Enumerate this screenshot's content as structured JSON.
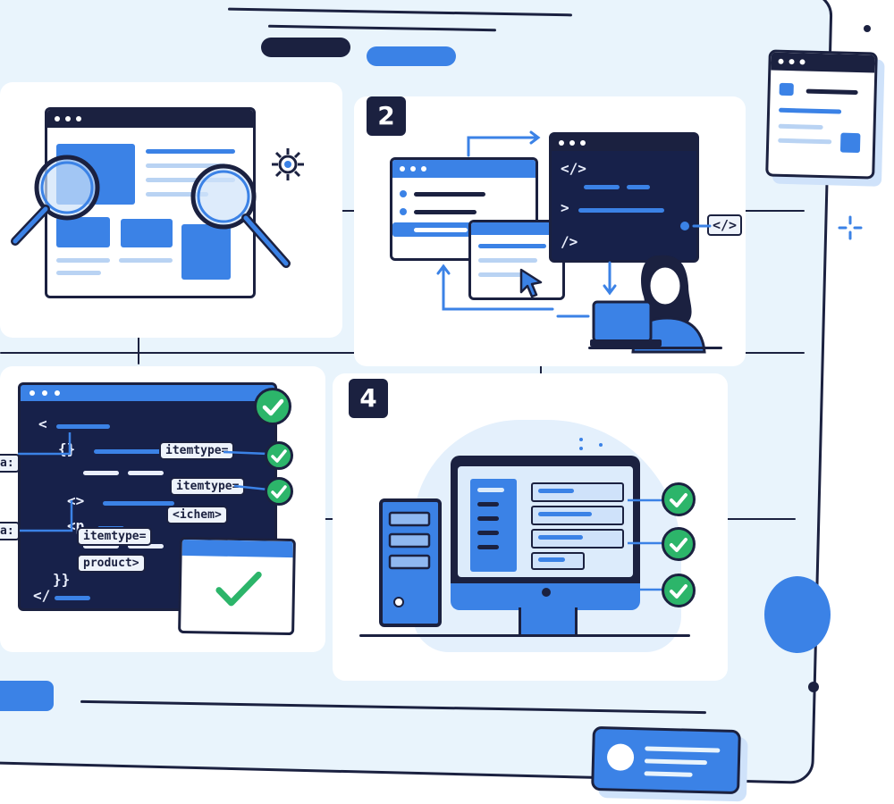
{
  "steps": {
    "step2": {
      "number": "2"
    },
    "step4": {
      "number": "4"
    }
  },
  "code": {
    "open_tag": "</>",
    "close_tag": "/>",
    "badge_tag": "</>",
    "lines": [
      "<",
      "{}",
      "<>",
      "<p",
      "}}",
      "</"
    ]
  },
  "tags": {
    "itemtype_1": "itemtype=",
    "itemtype_2": "itemtype=",
    "ichem": "<ichem>",
    "itemtype_3": "itemtype=",
    "product": "product>",
    "edge_a1": "a:",
    "edge_a2": "a:"
  },
  "colors": {
    "navy": "#1b2140",
    "blue": "#3b82e6",
    "light_blue": "#e9f4fc",
    "green": "#2cb56a"
  }
}
